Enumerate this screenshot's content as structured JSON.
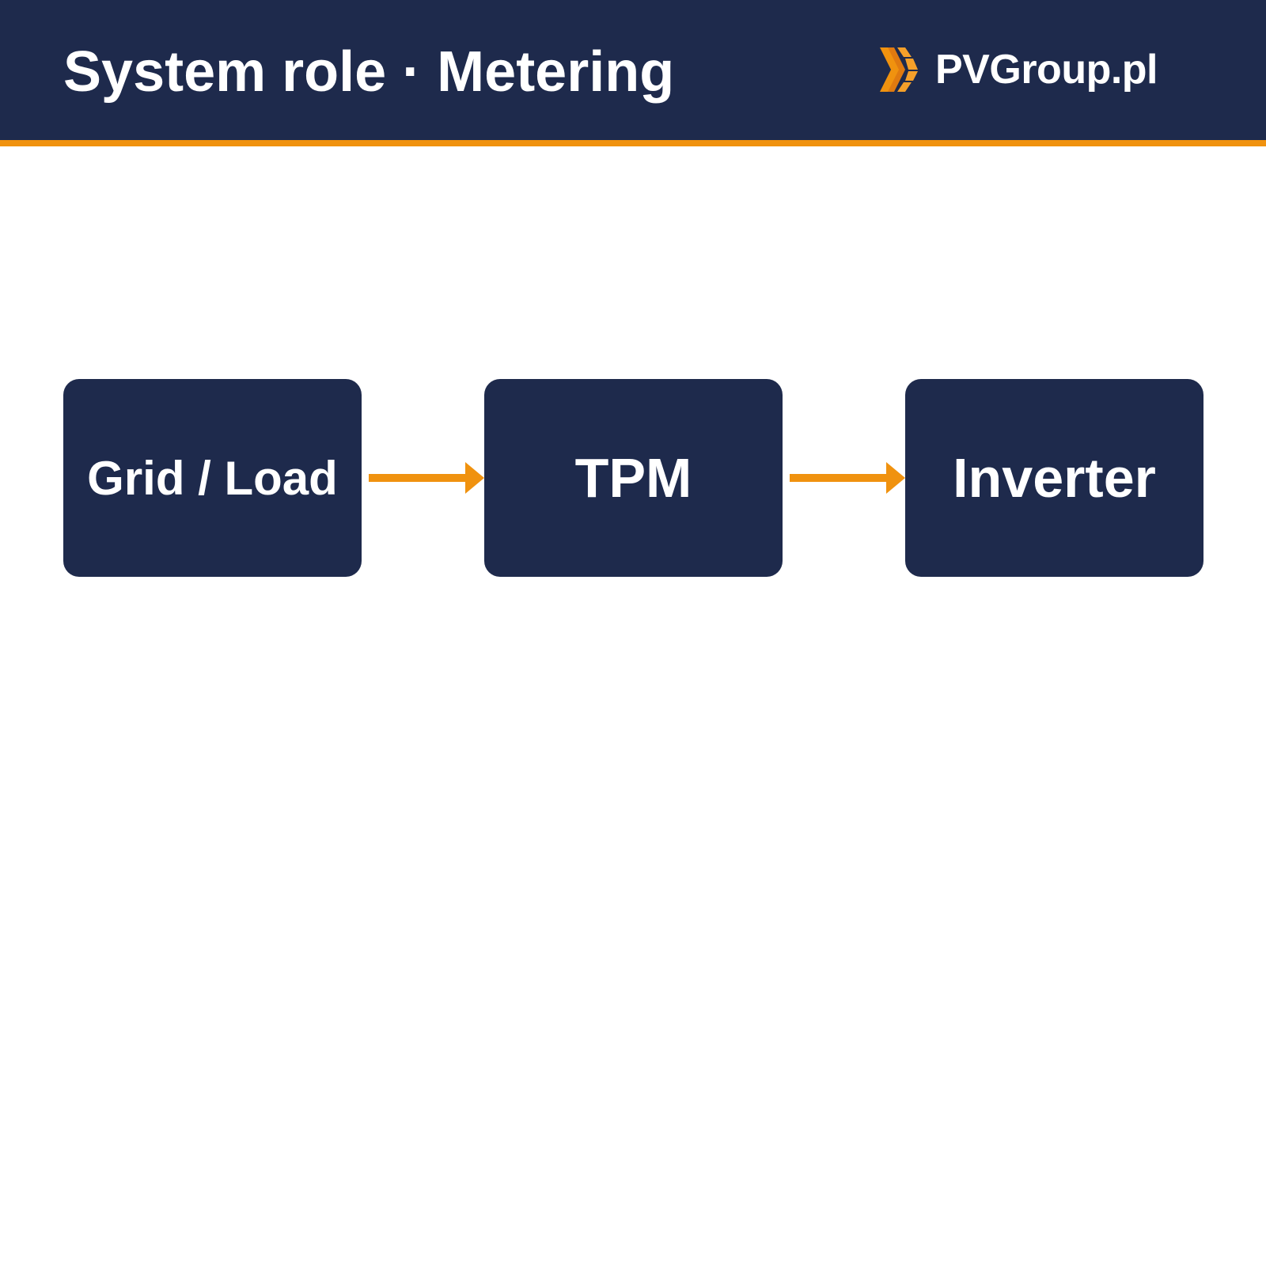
{
  "header": {
    "title": "System role · Metering",
    "logo_text": "PVGroup.pl"
  },
  "diagram": {
    "nodes": [
      {
        "label": "Grid / Load"
      },
      {
        "label": "TPM"
      },
      {
        "label": "Inverter"
      }
    ],
    "edges": [
      {
        "from": "Grid / Load",
        "to": "TPM"
      },
      {
        "from": "TPM",
        "to": "Inverter"
      }
    ]
  },
  "colors": {
    "navy": "#1e2a4c",
    "accent_orange": "#f0920f",
    "text_white": "#ffffff"
  }
}
